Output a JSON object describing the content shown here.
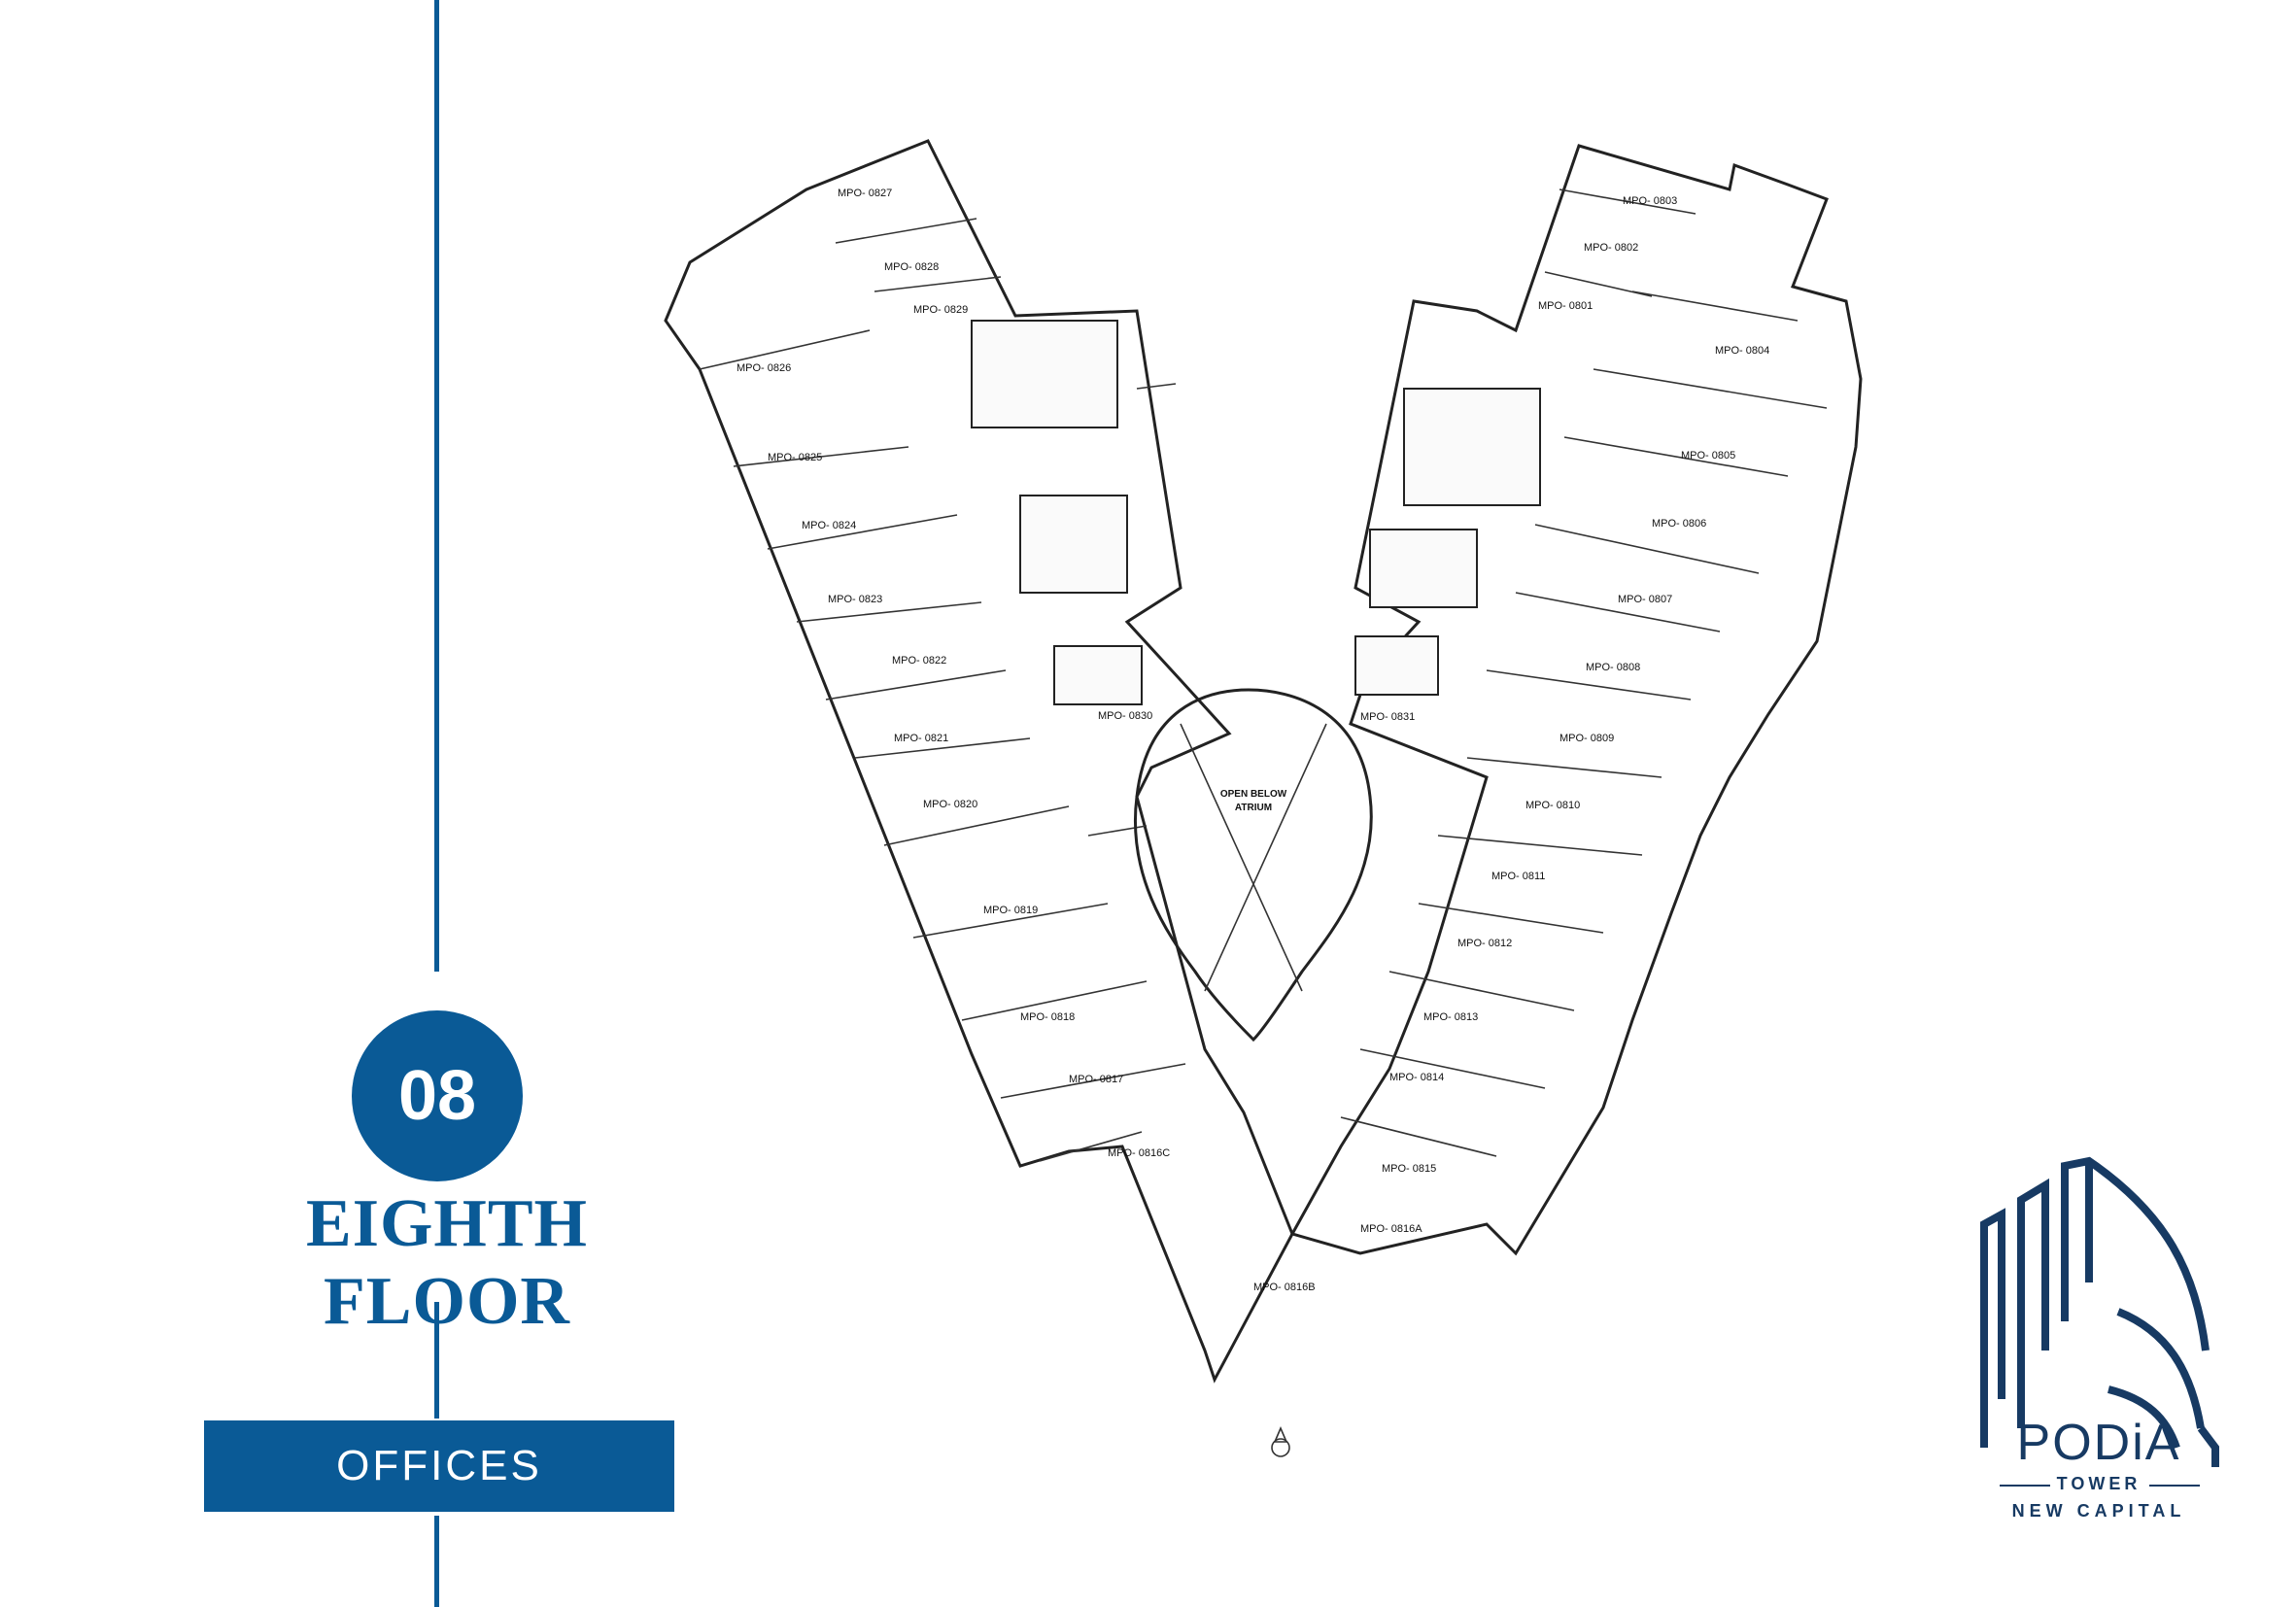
{
  "floor": {
    "number": "08",
    "title": "EIGHTH FLOOR",
    "use": "OFFICES"
  },
  "brand": {
    "name": "PODiA",
    "line1": "TOWER",
    "line2": "NEW CAPITAL",
    "color": "#173a63"
  },
  "accent_color": "#0a5a96",
  "atrium": {
    "line1": "OPEN BELOW",
    "line2": "ATRIUM"
  },
  "rooms": [
    "MPO- 0827",
    "MPO- 0828",
    "MPO- 0829",
    "MPO- 0826",
    "MPO- 0825",
    "MPO- 0824",
    "MPO- 0823",
    "MPO- 0822",
    "MPO- 0821",
    "MPO- 0820",
    "MPO- 0819",
    "MPO- 0818",
    "MPO- 0817",
    "MPO- 0816C",
    "MPO- 0816B",
    "MPO- 0830",
    "MPO- 0831",
    "MPO- 0803",
    "MPO- 0802",
    "MPO- 0801",
    "MPO- 0804",
    "MPO- 0805",
    "MPO- 0806",
    "MPO- 0807",
    "MPO- 0808",
    "MPO- 0809",
    "MPO- 0810",
    "MPO- 0811",
    "MPO- 0812",
    "MPO- 0813",
    "MPO- 0814",
    "MPO- 0815",
    "MPO- 0816A"
  ]
}
